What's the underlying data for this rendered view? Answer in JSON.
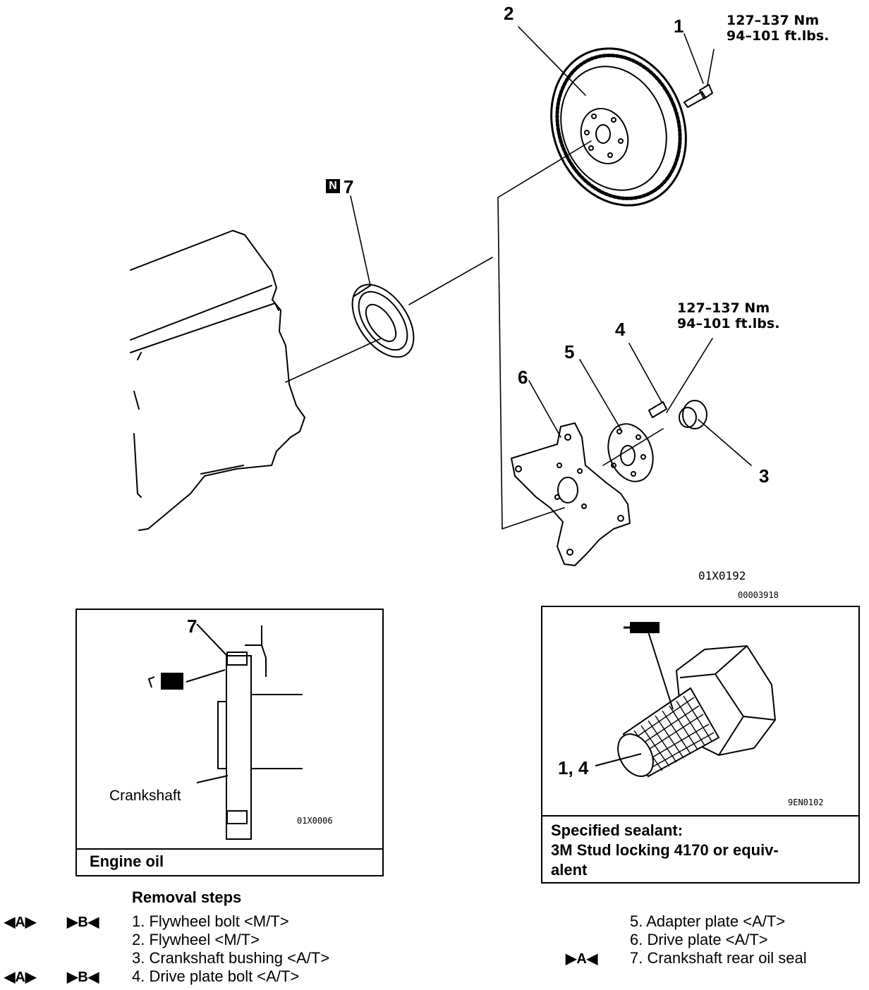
{
  "diagram": {
    "part_labels": {
      "p1": "1",
      "p2": "2",
      "p3": "3",
      "p4": "4",
      "p5": "5",
      "p6": "6",
      "p7": "7"
    },
    "new_part_mark": "N",
    "torque_top": {
      "nm": "127–137 Nm",
      "ftlbs": "94–101 ft.lbs."
    },
    "torque_mid": {
      "nm": "127–137 Nm",
      "ftlbs": "94–101 ft.lbs."
    },
    "figure_code_main": "01X0192",
    "figure_code_main_2": "00003918"
  },
  "inset_oil": {
    "callout": "7",
    "crankshaft_label": "Crankshaft",
    "figure_code": "01X0006",
    "footer": "Engine oil"
  },
  "inset_sealant": {
    "callout": "1, 4",
    "figure_code": "9EN0102",
    "footer_line1": "Specified sealant:",
    "footer_line2": "3M Stud locking 4170 or equiv-",
    "footer_line3": "alent"
  },
  "removal": {
    "title": "Removal steps",
    "steps_left": [
      {
        "text": "1. Flywheel bolt <M/T>",
        "mark_a": "A",
        "mark_b": "B"
      },
      {
        "text": "2. Flywheel <M/T>",
        "mark_a": "",
        "mark_b": ""
      },
      {
        "text": "3. Crankshaft bushing <A/T>",
        "mark_a": "",
        "mark_b": ""
      },
      {
        "text": "4. Drive plate bolt <A/T>",
        "mark_a": "A",
        "mark_b": "B"
      }
    ],
    "steps_right": [
      {
        "text": "5. Adapter plate <A/T>",
        "mark": ""
      },
      {
        "text": "6. Drive plate <A/T>",
        "mark": ""
      },
      {
        "text": "7. Crankshaft rear oil seal",
        "mark": "A"
      }
    ]
  }
}
